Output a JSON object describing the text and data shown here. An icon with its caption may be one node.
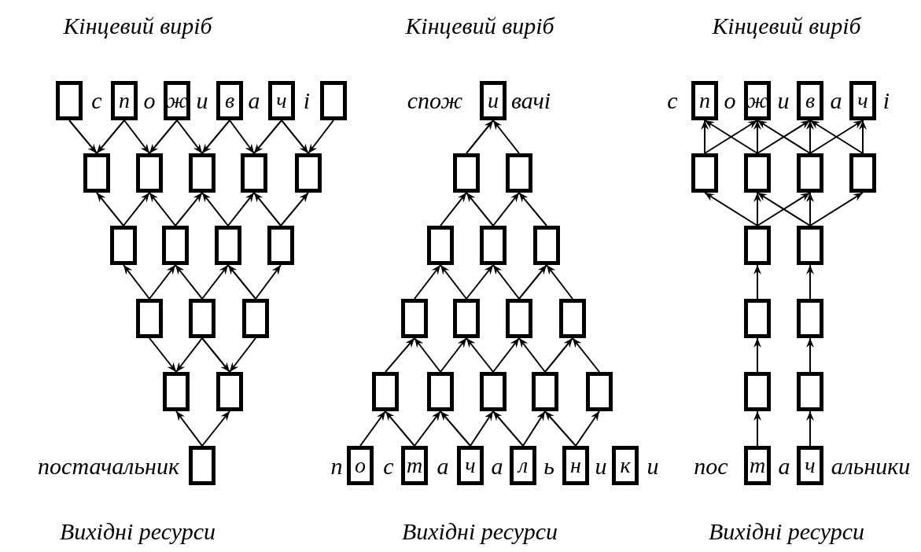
{
  "diagram": {
    "nodes": [
      {
        "text": [],
        "shape": "box"
      },
      {
        "text": [
          "п"
        ]
      },
      {
        "text": [
          "ж"
        ]
      },
      {
        "text": [
          "в"
        ]
      },
      {
        "text": [
          "ч"
        ]
      },
      {
        "text": [],
        "shape": "box"
      },
      {
        "text": [],
        "shape": "box"
      },
      {
        "text": [],
        "shape": "box"
      },
      {
        "text": [],
        "shape": "box"
      },
      {
        "text": [],
        "shape": "box"
      },
      {
        "text": [],
        "shape": "box"
      },
      {
        "text": [],
        "shape": "box"
      },
      {
        "text": [],
        "shape": "box"
      },
      {
        "text": [],
        "shape": "box"
      },
      {
        "text": [],
        "shape": "box"
      },
      {
        "text": [],
        "shape": "box"
      },
      {
        "text": [],
        "shape": "box"
      },
      {
        "text": [],
        "shape": "box"
      },
      {
        "text": [],
        "shape": "box"
      },
      {
        "text": [],
        "shape": "box"
      },
      {
        "text": [],
        "shape": "box",
        "beside": [
          "постачальник"
        ]
      },
      {
        "text": [
          "и"
        ]
      },
      {
        "text": [],
        "shape": "box"
      },
      {
        "text": [],
        "shape": "box"
      },
      {
        "text": [],
        "shape": "box"
      },
      {
        "text": [],
        "shape": "box"
      },
      {
        "text": [],
        "shape": "box"
      },
      {
        "text": [],
        "shape": "box"
      },
      {
        "text": [],
        "shape": "box"
      },
      {
        "text": [],
        "shape": "box"
      },
      {
        "text": [],
        "shape": "box"
      },
      {
        "text": [],
        "shape": "box"
      },
      {
        "text": [],
        "shape": "box"
      },
      {
        "text": [],
        "shape": "box"
      },
      {
        "text": [],
        "shape": "box"
      },
      {
        "text": [],
        "shape": "box"
      },
      {
        "text": [
          "о"
        ]
      },
      {
        "text": [
          "т"
        ]
      },
      {
        "text": [
          "ч"
        ]
      },
      {
        "text": [
          "л"
        ]
      },
      {
        "text": [
          "н"
        ]
      },
      {
        "text": [
          "к"
        ]
      },
      {
        "text": [
          "п"
        ]
      },
      {
        "text": [
          "ж"
        ]
      },
      {
        "text": [
          "в"
        ]
      },
      {
        "text": [
          "ч"
        ]
      },
      {
        "text": [],
        "shape": "box"
      },
      {
        "text": [],
        "shape": "box"
      },
      {
        "text": [],
        "shape": "box"
      },
      {
        "text": [],
        "shape": "box"
      },
      {
        "text": [],
        "shape": "box"
      },
      {
        "text": [],
        "shape": "box"
      },
      {
        "text": [],
        "shape": "box"
      },
      {
        "text": [],
        "shape": "box"
      },
      {
        "text": [],
        "shape": "box"
      },
      {
        "text": [],
        "shape": "box"
      },
      {
        "text": [
          "т"
        ]
      },
      {
        "text": [
          "ч"
        ]
      }
    ],
    "edges": [
      {
        "from": 0,
        "to": 6,
        "arrow": "to"
      },
      {
        "from": 1,
        "to": 6,
        "arrow": "to"
      },
      {
        "from": 1,
        "to": 7,
        "arrow": "to"
      },
      {
        "from": 2,
        "to": 7,
        "arrow": "to"
      },
      {
        "from": 2,
        "to": 8,
        "arrow": "to"
      },
      {
        "from": 3,
        "to": 8,
        "arrow": "to"
      },
      {
        "from": 3,
        "to": 9,
        "arrow": "to"
      },
      {
        "from": 4,
        "to": 9,
        "arrow": "to"
      },
      {
        "from": 4,
        "to": 10,
        "arrow": "to"
      },
      {
        "from": 5,
        "to": 10,
        "arrow": "to"
      },
      {
        "from": 11,
        "to": 6,
        "arrow": "to"
      },
      {
        "from": 11,
        "to": 7,
        "arrow": "to"
      },
      {
        "from": 12,
        "to": 7,
        "arrow": "to"
      },
      {
        "from": 12,
        "to": 8,
        "arrow": "to"
      },
      {
        "from": 13,
        "to": 8,
        "arrow": "to"
      },
      {
        "from": 13,
        "to": 9,
        "arrow": "to"
      },
      {
        "from": 14,
        "to": 9,
        "arrow": "to"
      },
      {
        "from": 14,
        "to": 10,
        "arrow": "to"
      },
      {
        "from": 15,
        "to": 11,
        "arrow": "to"
      },
      {
        "from": 15,
        "to": 12,
        "arrow": "to"
      },
      {
        "from": 16,
        "to": 12,
        "arrow": "to"
      },
      {
        "from": 16,
        "to": 13,
        "arrow": "to"
      },
      {
        "from": 17,
        "to": 13,
        "arrow": "to"
      },
      {
        "from": 17,
        "to": 14,
        "arrow": "to"
      },
      {
        "from": 15,
        "to": 18,
        "arrow": "to"
      },
      {
        "from": 16,
        "to": 18,
        "arrow": "to"
      },
      {
        "from": 16,
        "to": 19,
        "arrow": "to"
      },
      {
        "from": 17,
        "to": 19,
        "arrow": "to"
      },
      {
        "from": 20,
        "to": 18,
        "arrow": "to"
      },
      {
        "from": 20,
        "to": 19,
        "arrow": "to"
      },
      {
        "from": 22,
        "to": 21,
        "arrow": "to"
      },
      {
        "from": 23,
        "to": 21,
        "arrow": "to"
      },
      {
        "from": 24,
        "to": 22,
        "arrow": "to"
      },
      {
        "from": 25,
        "to": 22,
        "arrow": "to"
      },
      {
        "from": 25,
        "to": 23,
        "arrow": "to"
      },
      {
        "from": 26,
        "to": 23,
        "arrow": "to"
      },
      {
        "from": 27,
        "to": 24,
        "arrow": "to"
      },
      {
        "from": 28,
        "to": 24,
        "arrow": "to"
      },
      {
        "from": 28,
        "to": 25,
        "arrow": "to"
      },
      {
        "from": 29,
        "to": 25,
        "arrow": "to"
      },
      {
        "from": 29,
        "to": 26,
        "arrow": "to"
      },
      {
        "from": 30,
        "to": 26,
        "arrow": "to"
      },
      {
        "from": 31,
        "to": 27,
        "arrow": "to"
      },
      {
        "from": 32,
        "to": 27,
        "arrow": "to"
      },
      {
        "from": 32,
        "to": 28,
        "arrow": "to"
      },
      {
        "from": 33,
        "to": 28,
        "arrow": "to"
      },
      {
        "from": 33,
        "to": 29,
        "arrow": "to"
      },
      {
        "from": 34,
        "to": 29,
        "arrow": "to"
      },
      {
        "from": 34,
        "to": 30,
        "arrow": "to"
      },
      {
        "from": 35,
        "to": 30,
        "arrow": "to"
      },
      {
        "from": 36,
        "to": 31,
        "arrow": "to"
      },
      {
        "from": 37,
        "to": 31,
        "arrow": "to"
      },
      {
        "from": 37,
        "to": 32,
        "arrow": "to"
      },
      {
        "from": 38,
        "to": 32,
        "arrow": "to"
      },
      {
        "from": 38,
        "to": 33,
        "arrow": "to"
      },
      {
        "from": 39,
        "to": 33,
        "arrow": "to"
      },
      {
        "from": 39,
        "to": 34,
        "arrow": "to"
      },
      {
        "from": 40,
        "to": 34,
        "arrow": "to"
      },
      {
        "from": 40,
        "to": 35,
        "arrow": "to"
      },
      {
        "from": 46,
        "to": 42,
        "arrow": "to"
      },
      {
        "from": 46,
        "to": 43,
        "arrow": "to"
      },
      {
        "from": 47,
        "to": 42,
        "arrow": "to"
      },
      {
        "from": 47,
        "to": 43,
        "arrow": "to"
      },
      {
        "from": 47,
        "to": 44,
        "arrow": "to"
      },
      {
        "from": 48,
        "to": 43,
        "arrow": "to"
      },
      {
        "from": 48,
        "to": 44,
        "arrow": "to"
      },
      {
        "from": 48,
        "to": 45,
        "arrow": "to"
      },
      {
        "from": 49,
        "to": 44,
        "arrow": "to"
      },
      {
        "from": 49,
        "to": 45,
        "arrow": "to"
      },
      {
        "from": 50,
        "to": 46,
        "arrow": "to"
      },
      {
        "from": 50,
        "to": 47,
        "arrow": "to"
      },
      {
        "from": 50,
        "to": 48,
        "arrow": "to"
      },
      {
        "from": 51,
        "to": 47,
        "arrow": "to"
      },
      {
        "from": 51,
        "to": 48,
        "arrow": "to"
      },
      {
        "from": 51,
        "to": 49,
        "arrow": "to"
      },
      {
        "from": 52,
        "to": 50,
        "arrow": "to"
      },
      {
        "from": 53,
        "to": 51,
        "arrow": "to"
      },
      {
        "from": 54,
        "to": 52,
        "arrow": "to"
      },
      {
        "from": 55,
        "to": 53,
        "arrow": "to"
      },
      {
        "from": 56,
        "to": 54,
        "arrow": "to"
      },
      {
        "from": 57,
        "to": 55,
        "arrow": "to"
      }
    ],
    "labels": [
      "Кінцевий виріб",
      "Кінцевий виріб",
      "Кінцевий виріб",
      "с",
      "о",
      "и",
      "а",
      "і",
      "спож",
      "вачі",
      "с",
      "о",
      "и",
      "а",
      "і",
      "п",
      "с",
      "а",
      "а",
      "ь",
      "и",
      "и",
      "пос",
      "а",
      "альники",
      "Вихідні ресурси",
      "Вихідні ресурси",
      "Вихідні ресурси"
    ]
  }
}
